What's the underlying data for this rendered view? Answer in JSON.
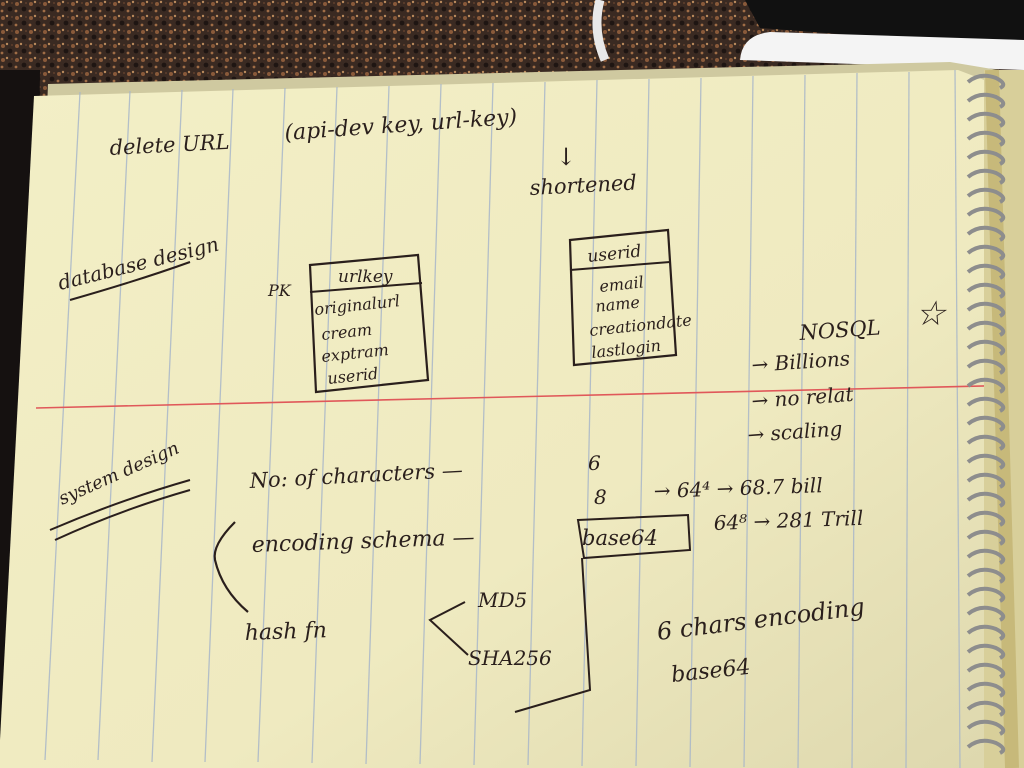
{
  "note": {
    "top": {
      "line1_left": "delete URL",
      "line1_paren": "(api-dev key, url-key)",
      "arrow": "↓",
      "shortened": "shortened"
    },
    "db_design": {
      "title": "database design",
      "pk_label": "PK",
      "url_table": {
        "pk_field": "urlkey",
        "fields": [
          "originalurl",
          "cream",
          "exptram",
          "userid"
        ]
      },
      "user_table": {
        "pk_field": "userid",
        "fields": [
          "email",
          "name",
          "creationdate",
          "lastlogin"
        ]
      }
    },
    "nosql": {
      "title": "NOSQL",
      "star": "☆",
      "bullets": [
        "→ Billions",
        "→ no relat",
        "→ scaling"
      ]
    },
    "system_design": {
      "title": "system design",
      "chars_line": "No: of characters  —",
      "chars_values": [
        "6",
        "8"
      ],
      "pow_lines": [
        "→ 64⁴ → 68.7 bill",
        "64⁸ → 281 Trill"
      ],
      "encoding_line": "encoding schema  —",
      "encoding_value": "base64",
      "hash_line": "hash fn",
      "hash_options": [
        "MD5",
        "SHA256"
      ],
      "result_lines": [
        "6 chars  encoding",
        "base64"
      ]
    }
  }
}
